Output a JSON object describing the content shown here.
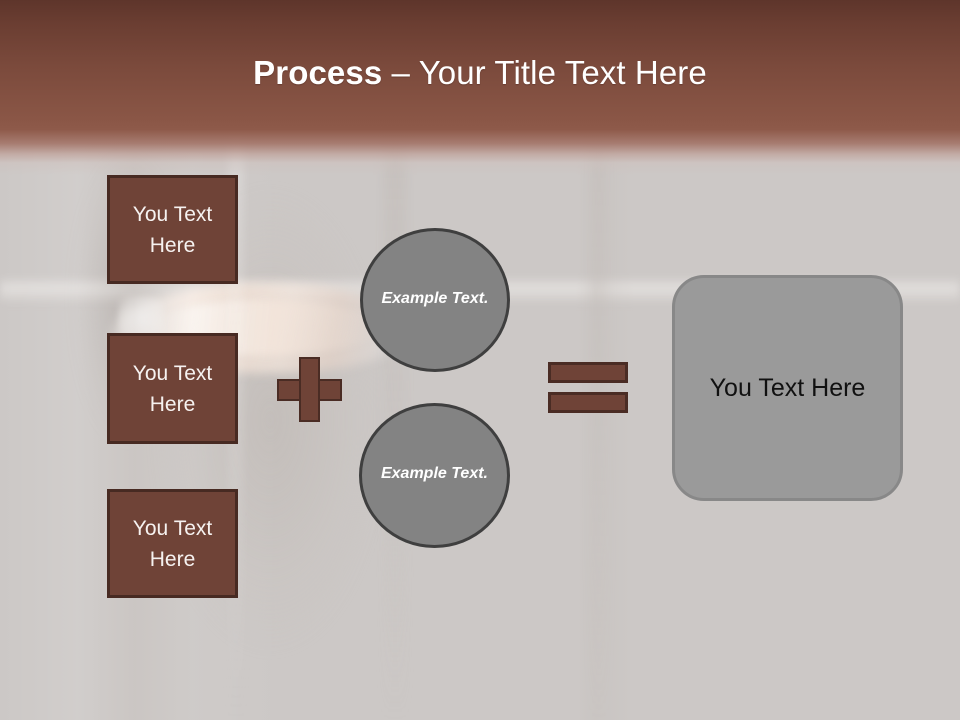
{
  "slide": {
    "title": {
      "strong": "Process",
      "separator": " – ",
      "rest": "Your Title Text Here",
      "full": "Process – Your Title Text Here"
    },
    "colors": {
      "header_top": "#5e352b",
      "header_mid": "#8a5646",
      "background": "#ccc8c6",
      "brown_fill": "#6f4337",
      "brown_border": "#472a22",
      "gray_circle_fill": "#838383",
      "gray_circle_border": "#3f3f3f",
      "result_fill": "#9a9a9a",
      "result_border": "#888888",
      "title_text": "#ffffff",
      "box_text": "#f6f2f0",
      "result_text": "#111111"
    },
    "input_boxes": [
      {
        "label": "You Text Here"
      },
      {
        "label": "You Text Here"
      },
      {
        "label": "You Text Here"
      }
    ],
    "operators": {
      "plus": "+",
      "equals": "="
    },
    "circles": [
      {
        "label": "Example Text."
      },
      {
        "label": "Example Text."
      }
    ],
    "result": {
      "label": "You Text Here"
    }
  }
}
